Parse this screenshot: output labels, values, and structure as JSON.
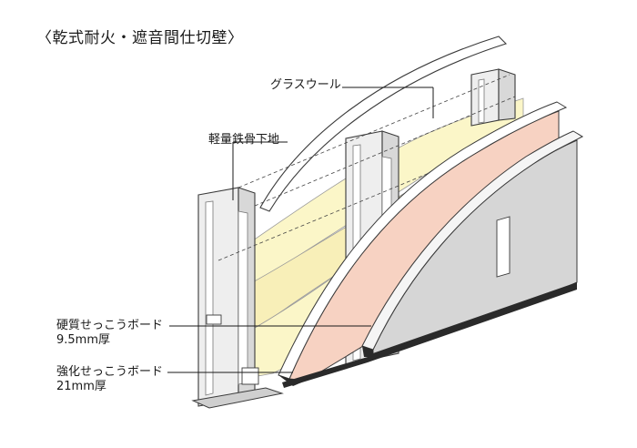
{
  "title": "〈乾式耐火・遮音間仕切壁〉",
  "labels": {
    "glass_wool": "グラスウール",
    "light_steel": "軽量鉄骨下地",
    "hard_gypsum_line1": "硬質せっこうボード",
    "hard_gypsum_line2": "9.5mm厚",
    "reinforced_gypsum_line1": "強化せっこうボード",
    "reinforced_gypsum_line2": "21mm厚"
  },
  "colors": {
    "glass_wool": "#fbf6c8",
    "glass_wool_shade": "#f1e9a4",
    "hard_board_face": "#f7d2c2",
    "hard_board_edge": "#ffffff",
    "reinforced_board_face": "#d6d6d6",
    "reinforced_board_edge": "#f5f5f5",
    "steel_stud": "#eeeeee",
    "stud_shadow": "#bcbcbc",
    "outline": "#3a3a3a",
    "base": "#2a2a2a"
  }
}
